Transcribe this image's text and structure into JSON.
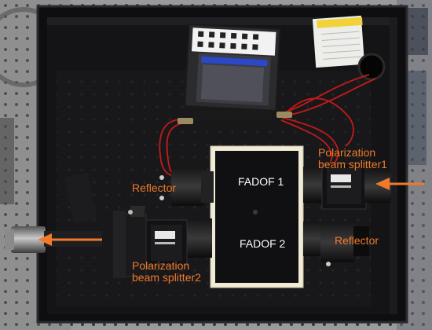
{
  "annotations": {
    "pbs1_line1": "Polarization",
    "pbs1_line2": "beam splitter1",
    "pbs2_line1": "Polarization",
    "pbs2_line2": "beam splitter2",
    "reflector_left": "Reflector",
    "reflector_right": "Reflector",
    "fadof1": "FADOF 1",
    "fadof2": "FADOF 2"
  },
  "colors": {
    "annotation": "#f07a2a",
    "beam_arrow": "#f07a2a",
    "enclosure": "#0e0e10",
    "optical_table": "#8c8c8c",
    "wire": "#c21a1a"
  },
  "icons": {
    "input_arrow": "arrow-left-icon",
    "output_arrow": "arrow-left-icon"
  }
}
